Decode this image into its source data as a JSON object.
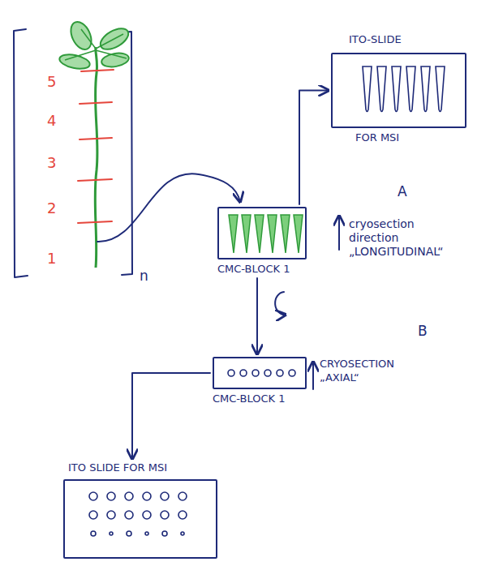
{
  "diagram": {
    "nodes": [
      {
        "text": [
          "ITO-SLIDE",
          "FOR MSI"
        ]
      },
      {
        "text": [
          "CMC-BLOCK 1"
        ]
      },
      {
        "text": [
          "CMC-BLOCK 1"
        ]
      },
      {
        "text": [
          "ITO SLIDE FOR MSI"
        ]
      }
    ],
    "edges": [
      {
        "from": 1,
        "to": 0,
        "arrow": "to"
      },
      {
        "from": 1,
        "to": 2,
        "arrow": "to"
      },
      {
        "from": 2,
        "to": 3,
        "arrow": "to"
      }
    ],
    "labels": [
      "5",
      "4",
      "3",
      "2",
      "1",
      "n",
      "A",
      "cryosection direction „LONGITUDINAL“",
      "B",
      "CRYOSECTION „AXIAL“"
    ]
  }
}
